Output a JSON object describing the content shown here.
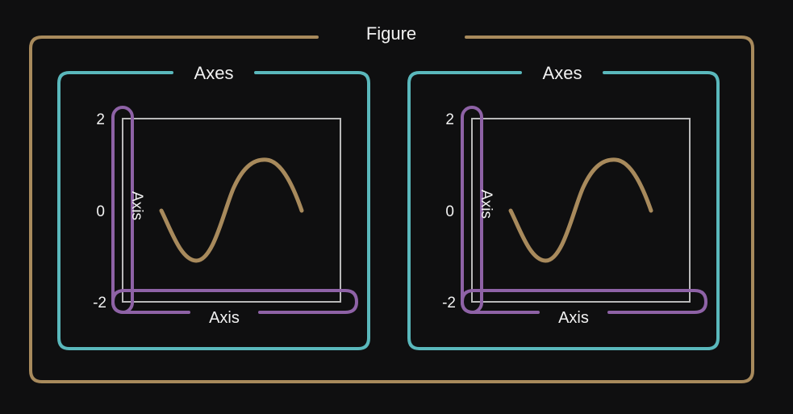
{
  "figure": {
    "label": "Figure"
  },
  "panels": [
    {
      "axes_label": "Axes",
      "y_ticks": [
        "2",
        "0",
        "-2"
      ],
      "y_axis_label": "Axis",
      "x_axis_label": "Axis"
    },
    {
      "axes_label": "Axes",
      "y_ticks": [
        "2",
        "0",
        "-2"
      ],
      "y_axis_label": "Axis",
      "x_axis_label": "Axis"
    }
  ],
  "colors": {
    "background": "#0f0f10",
    "figure": "#a88a5c",
    "axes": "#5ab8bc",
    "axis": "#8e62a6",
    "plot_frame": "#b9b9b9",
    "curve": "#a88a5c",
    "text": "#f2f2f2"
  }
}
